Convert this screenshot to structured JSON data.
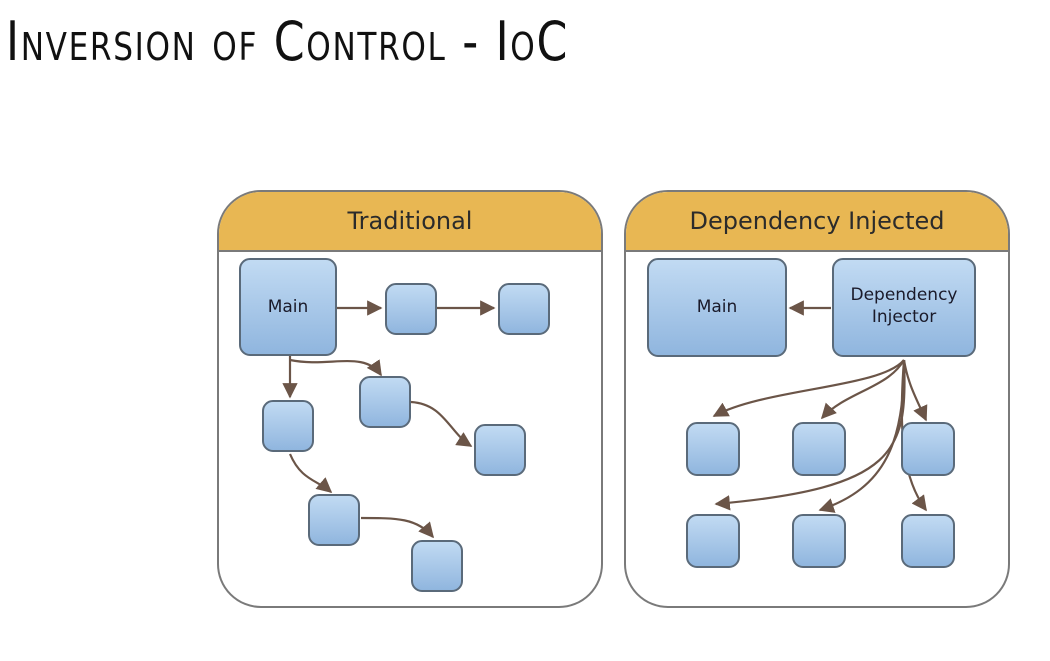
{
  "title": "Inversion of Control - IoC",
  "panels": {
    "traditional": {
      "header": "Traditional",
      "main_label": "Main"
    },
    "dependency_injected": {
      "header": "Dependency Injected",
      "main_label": "Main",
      "injector_label_line1": "Dependency",
      "injector_label_line2": "Injector"
    }
  },
  "colors": {
    "header_bg": "#e8b753",
    "node_fill": "#a8c8ea",
    "node_stroke": "#5a6a7a",
    "arrow": "#6b5548"
  }
}
